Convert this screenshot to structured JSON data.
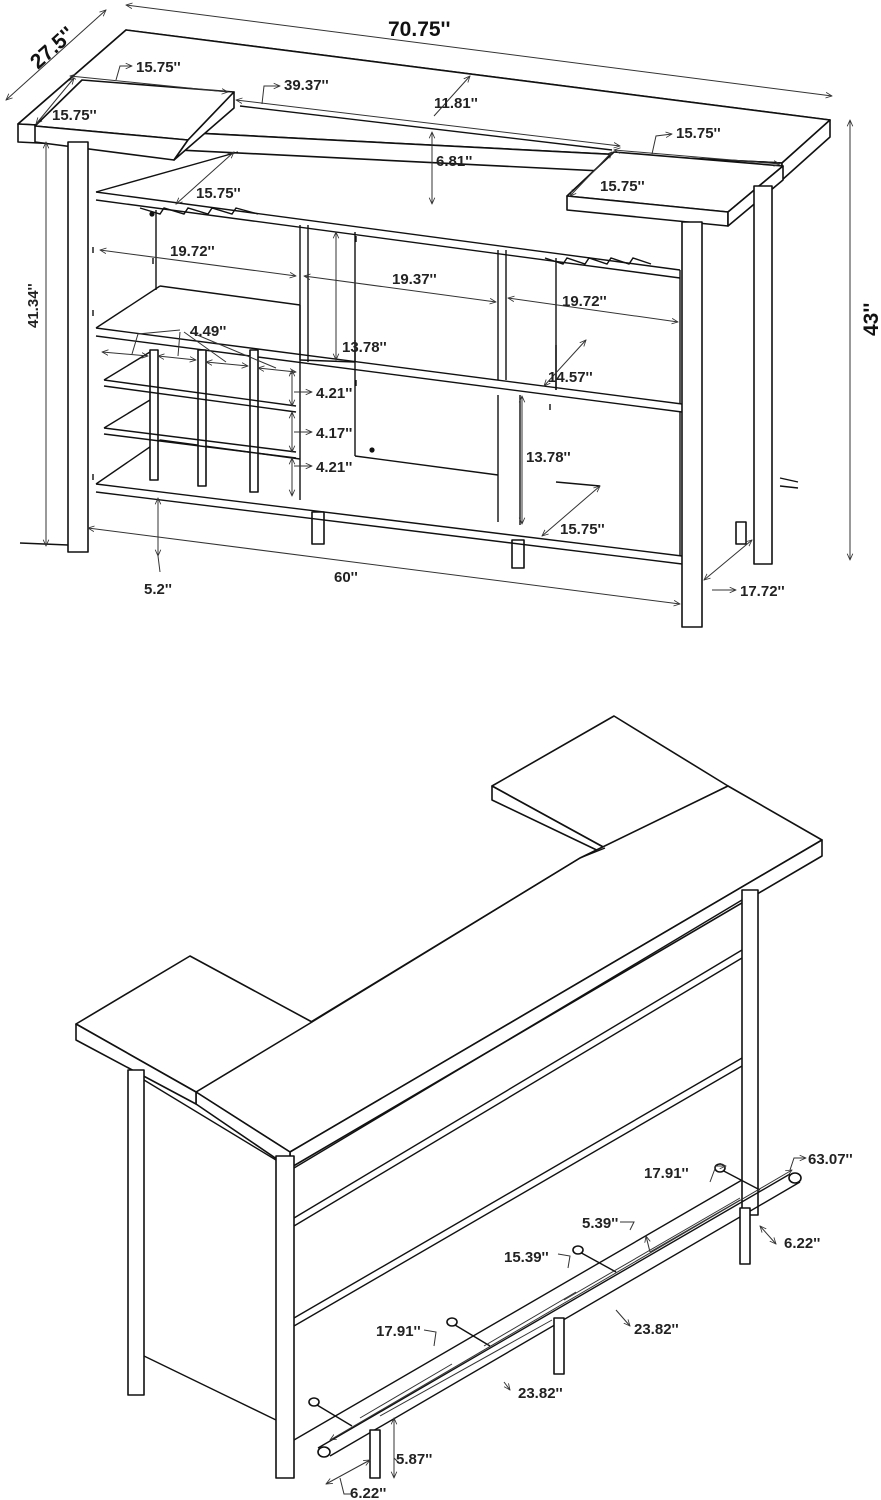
{
  "front_view": {
    "overall_width": "70.75''",
    "overall_depth": "27.5''",
    "overall_height": "43''",
    "leg_height": "41.34''",
    "dims": {
      "top_left_ext_w": "15.75''",
      "top_left_ext_d": "15.75''",
      "top_center_len": "39.37''",
      "top_center_d": "11.81''",
      "top_right_ext_w": "15.75''",
      "top_right_ext_d": "15.75''",
      "upper_gap": "6.81''",
      "glass_rack": "15.75''",
      "cubby_left_w": "19.72''",
      "cubby_mid_w": "19.37''",
      "cubby_right_w": "19.72''",
      "cubby_h_top": "13.78''",
      "cubby_h_bottom": "13.78''",
      "shelf_depth": "14.57''",
      "wine_cell_w": "4.49''",
      "wine_row1_h": "4.21''",
      "wine_row2_h": "4.17''",
      "wine_row3_h": "4.21''",
      "bottom_shelf_d": "15.75''",
      "base_clearance": "5.2''",
      "base_width": "60''",
      "side_depth": "17.72''"
    }
  },
  "back_view": {
    "dims": {
      "rail_total": "63.07''",
      "rail_seg_a": "17.91''",
      "rail_gap": "5.39''",
      "rail_seg_b": "15.39''",
      "rail_seg_c": "17.91''",
      "rail_offset_right": "6.22''",
      "post_spacing_1": "23.82''",
      "post_spacing_2": "23.82''",
      "rail_height": "5.87''",
      "rail_offset_left": "6.22''"
    }
  }
}
